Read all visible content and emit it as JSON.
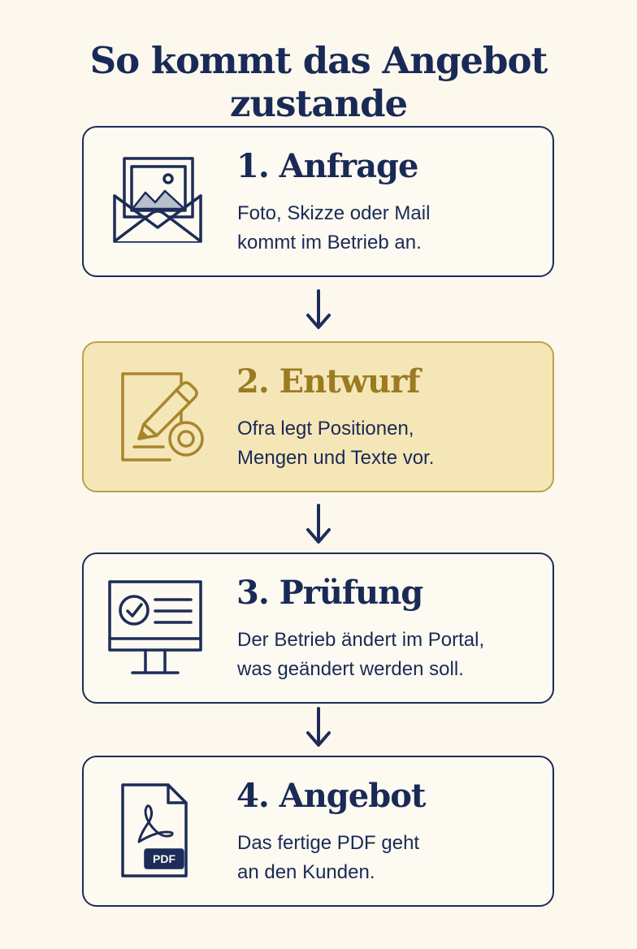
{
  "title": "So kommt das Angebot zustande",
  "steps": [
    {
      "title": "1. Anfrage",
      "desc_line1": "Foto, Skizze oder Mail",
      "desc_line2": "kommt im Betrieb an.",
      "icon": "envelope-photo-icon"
    },
    {
      "title": "2. Entwurf",
      "desc_line1": "Ofra legt Positionen,",
      "desc_line2": "Mengen und Texte vor.",
      "icon": "document-pencil-icon",
      "highlighted": true
    },
    {
      "title": "3. Prüfung",
      "desc_line1": "Der Betrieb ändert im Portal,",
      "desc_line2": "was geändert werden soll.",
      "icon": "monitor-checklist-icon"
    },
    {
      "title": "4. Angebot",
      "desc_line1": "Das fertige PDF geht",
      "desc_line2": "an den Kunden.",
      "icon": "pdf-file-icon",
      "pdf_badge": "PDF"
    }
  ],
  "colors": {
    "background": "#fcf8ee",
    "navy": "#1a2a57",
    "gold": "#9b7a22",
    "highlight_fill": "#f5e6b7",
    "highlight_border": "#bfa046"
  }
}
